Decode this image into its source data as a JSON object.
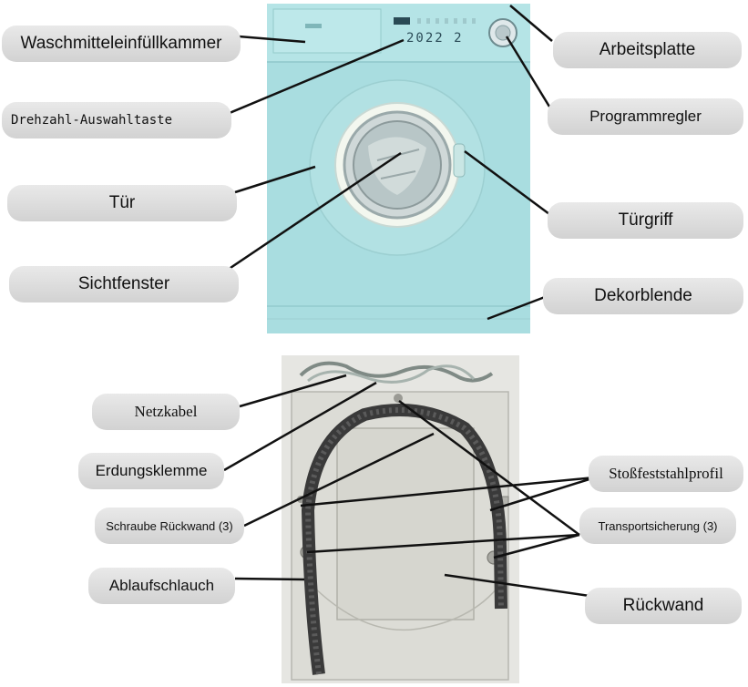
{
  "top_image": {
    "labels": {
      "detergent": "Waschmitteleinfüllkammer",
      "worktop": "Arbeitsplatte",
      "speed_button": "Drehzahl-Auswahltaste",
      "program_knob": "Programmregler",
      "door": "Tür",
      "door_handle": "Türgriff",
      "window": "Sichtfenster",
      "decor_panel": "Dekorblende"
    },
    "display_digits": "2022 2"
  },
  "bottom_image": {
    "labels": {
      "power_cable": "Netzkabel",
      "shock_profile": "Stoßfeststahlprofil",
      "ground_clamp": "Erdungsklemme",
      "back_screw": "Schraube Rückwand (3)",
      "transport_lock": "Transportsicherung (3)",
      "drain_hose": "Ablaufschlauch",
      "back_wall": "Rückwand"
    }
  },
  "colors": {
    "machine_body": "#a9dde0",
    "label_bg": "#dcdcdc",
    "back_panel": "#e4e4e0",
    "hose": "#3a3a3a"
  }
}
